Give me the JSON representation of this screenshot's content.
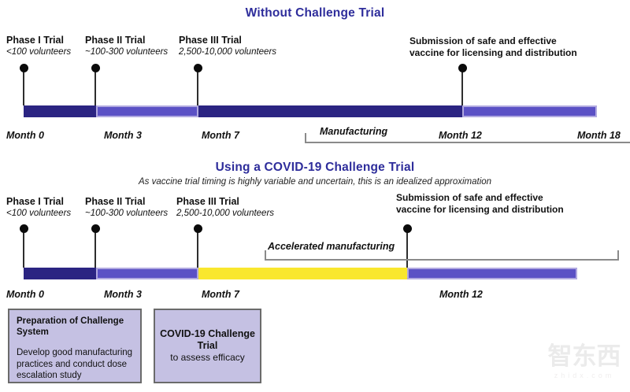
{
  "colors": {
    "navy": "#2b2482",
    "purple": "#5b51c5",
    "purple_outline": "#b1a9e0",
    "yellow": "#f9e72e",
    "heading": "#2e2d9b",
    "box_fill": "#c5c1e3",
    "box_border": "#6b6b6b",
    "line": "#8a8a8a"
  },
  "timeline_without": {
    "title": "Without Challenge Trial",
    "phases": [
      {
        "name": "Phase I Trial",
        "detail": "<100 volunteers"
      },
      {
        "name": "Phase II Trial",
        "detail": "~100-300 volunteers"
      },
      {
        "name": "Phase III Trial",
        "detail": "2,500-10,000 volunteers"
      }
    ],
    "submission": "Submission of safe and effective vaccine for licensing and distribution",
    "months": [
      "Month 0",
      "Month 3",
      "Month 7",
      "Month 12",
      "Month 18"
    ],
    "manufacturing_label": "Manufacturing",
    "segments": [
      {
        "from": "Month 0",
        "to": "Month 3",
        "color": "navy",
        "phase": "Phase I Trial"
      },
      {
        "from": "Month 3",
        "to": "Month 7",
        "color": "purple",
        "phase": "Phase II Trial"
      },
      {
        "from": "Month 7",
        "to": "Month 12",
        "color": "navy",
        "phase": "Phase III Trial"
      },
      {
        "from": "Month 12",
        "to": "Month 18",
        "color": "purple",
        "phase": "post-submission"
      }
    ]
  },
  "timeline_challenge": {
    "title": "Using a COVID-19 Challenge Trial",
    "subtitle": "As vaccine trial timing is highly variable and uncertain, this is an idealized approximation",
    "phases": [
      {
        "name": "Phase I Trial",
        "detail": "<100 volunteers"
      },
      {
        "name": "Phase II Trial",
        "detail": "~100-300 volunteers"
      },
      {
        "name": "Phase III Trial",
        "detail": "2,500-10,000 volunteers"
      }
    ],
    "submission": "Submission of safe and effective vaccine for licensing and distribution",
    "months": [
      "Month 0",
      "Month 3",
      "Month 7",
      "Month 12"
    ],
    "manufacturing_label": "Accelerated manufacturing",
    "segments": [
      {
        "from": "Month 0",
        "to": "Month 3",
        "color": "navy",
        "phase": "Phase I Trial"
      },
      {
        "from": "Month 3",
        "to": "Month 7",
        "color": "purple",
        "phase": "Phase II Trial"
      },
      {
        "from": "Month 7",
        "to": "Month 12",
        "color": "yellow",
        "phase": "Phase III Trial / challenge"
      },
      {
        "from": "Month 12",
        "to": "end",
        "color": "purple",
        "phase": "post-submission"
      }
    ]
  },
  "callouts": [
    {
      "title": "Preparation of Challenge System",
      "body": "Develop good manufacturing practices and conduct dose escalation study"
    },
    {
      "title": "COVID-19 Challenge Trial",
      "body": "to assess efficacy"
    }
  ],
  "watermark": {
    "logo": "智东西",
    "domain": "zhidx.com"
  }
}
